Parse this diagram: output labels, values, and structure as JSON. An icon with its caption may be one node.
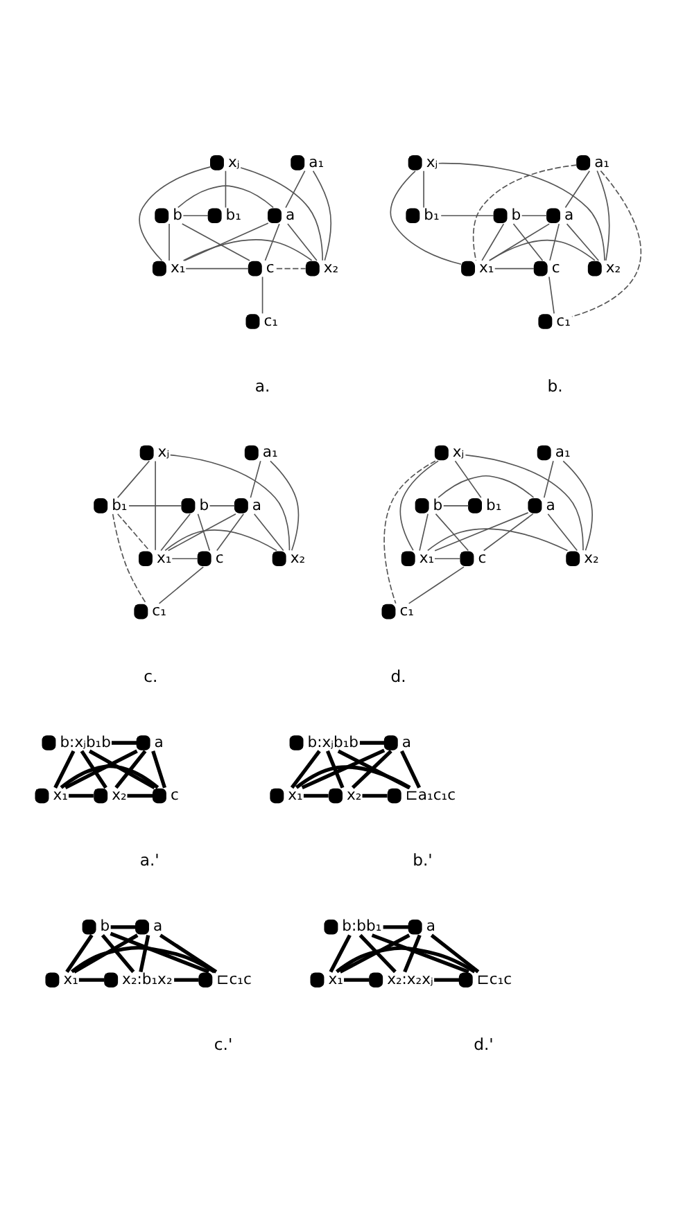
{
  "diagram": {
    "nodes": [
      {
        "text": [],
        "shape": "circle",
        "beside": [
          "a₁"
        ]
      },
      {
        "text": [],
        "shape": "circle",
        "beside": [
          "xⱼ"
        ]
      },
      {
        "text": [],
        "shape": "circle",
        "beside": [
          "a"
        ]
      },
      {
        "text": [],
        "shape": "circle",
        "beside": [
          "b"
        ]
      },
      {
        "text": [],
        "shape": "circle",
        "beside": [
          "b₁"
        ]
      },
      {
        "text": [],
        "shape": "circle",
        "beside": [
          "x₂"
        ]
      },
      {
        "text": [],
        "shape": "circle",
        "beside": [
          "c"
        ]
      },
      {
        "text": [],
        "shape": "circle",
        "beside": [
          "x₁"
        ]
      },
      {
        "text": [],
        "shape": "circle",
        "beside": [
          "c₁"
        ]
      },
      {
        "text": [],
        "shape": "circle",
        "beside": [
          "a₁"
        ]
      },
      {
        "text": [],
        "shape": "circle",
        "beside": [
          "xⱼ"
        ]
      },
      {
        "text": [],
        "shape": "circle",
        "beside": [
          "a"
        ]
      },
      {
        "text": [],
        "shape": "circle",
        "beside": [
          "b"
        ]
      },
      {
        "text": [],
        "shape": "circle",
        "beside": [
          "b₁"
        ]
      },
      {
        "text": [],
        "shape": "circle",
        "beside": [
          "x₂"
        ]
      },
      {
        "text": [],
        "shape": "circle",
        "beside": [
          "c"
        ]
      },
      {
        "text": [],
        "shape": "circle",
        "beside": [
          "x₁"
        ]
      },
      {
        "text": [],
        "shape": "circle",
        "beside": [
          "c₁"
        ]
      },
      {
        "text": [],
        "shape": "circle",
        "beside": [
          "a₁"
        ]
      },
      {
        "text": [],
        "shape": "circle",
        "beside": [
          "xⱼ"
        ]
      },
      {
        "text": [],
        "shape": "circle",
        "beside": [
          "a"
        ]
      },
      {
        "text": [],
        "shape": "circle",
        "beside": [
          "b"
        ]
      },
      {
        "text": [],
        "shape": "circle",
        "beside": [
          "b₁"
        ]
      },
      {
        "text": [],
        "shape": "circle",
        "beside": [
          "x₂"
        ]
      },
      {
        "text": [],
        "shape": "circle",
        "beside": [
          "c"
        ]
      },
      {
        "text": [],
        "shape": "circle",
        "beside": [
          "x₁"
        ]
      },
      {
        "text": [],
        "shape": "circle",
        "beside": [
          "c₁"
        ]
      },
      {
        "text": [],
        "shape": "circle",
        "beside": [
          "a₁"
        ]
      },
      {
        "text": [],
        "shape": "circle",
        "beside": [
          "xⱼ"
        ]
      },
      {
        "text": [],
        "shape": "circle",
        "beside": [
          "a"
        ]
      },
      {
        "text": [],
        "shape": "circle",
        "beside": [
          "b"
        ]
      },
      {
        "text": [],
        "shape": "circle",
        "beside": [
          "b₁"
        ]
      },
      {
        "text": [],
        "shape": "circle",
        "beside": [
          "x₂"
        ]
      },
      {
        "text": [],
        "shape": "circle",
        "beside": [
          "c"
        ]
      },
      {
        "text": [],
        "shape": "circle",
        "beside": [
          "x₁"
        ]
      },
      {
        "text": [],
        "shape": "circle",
        "beside": [
          "c₁"
        ]
      },
      {
        "text": [],
        "shape": "circle",
        "beside": [
          "a"
        ]
      },
      {
        "text": [],
        "shape": "circle",
        "beside": [
          "b:xⱼb₁b"
        ]
      },
      {
        "text": [],
        "shape": "circle",
        "beside": [
          "x₂"
        ]
      },
      {
        "text": [],
        "shape": "circle",
        "beside": [
          "c"
        ]
      },
      {
        "text": [],
        "shape": "circle",
        "beside": [
          "x₁"
        ]
      },
      {
        "text": [],
        "shape": "circle",
        "beside": [
          "a"
        ]
      },
      {
        "text": [],
        "shape": "circle",
        "beside": [
          "b:xⱼb₁b"
        ]
      },
      {
        "text": [],
        "shape": "circle",
        "beside": [
          "x₂"
        ]
      },
      {
        "text": [],
        "shape": "circle",
        "beside": [
          "⊏a₁c₁c"
        ]
      },
      {
        "text": [],
        "shape": "circle",
        "beside": [
          "x₁"
        ]
      },
      {
        "text": [],
        "shape": "circle",
        "beside": [
          "a"
        ]
      },
      {
        "text": [],
        "shape": "circle",
        "beside": [
          "b"
        ]
      },
      {
        "text": [],
        "shape": "circle",
        "beside": [
          "x₂:b₁x₂"
        ]
      },
      {
        "text": [],
        "shape": "circle",
        "beside": [
          "⊏c₁c"
        ]
      },
      {
        "text": [],
        "shape": "circle",
        "beside": [
          "x₁"
        ]
      },
      {
        "text": [],
        "shape": "circle",
        "beside": [
          "a"
        ]
      },
      {
        "text": [],
        "shape": "circle",
        "beside": [
          "b:bb₁"
        ]
      },
      {
        "text": [],
        "shape": "circle",
        "beside": [
          "x₂:x₂xⱼ"
        ]
      },
      {
        "text": [],
        "shape": "circle",
        "beside": [
          "⊏c₁c"
        ]
      },
      {
        "text": [],
        "shape": "circle",
        "beside": [
          "x₁"
        ]
      }
    ],
    "edges": [
      {
        "from": 0,
        "to": 2,
        "arrow": "none"
      },
      {
        "from": 2,
        "to": 6,
        "arrow": "none"
      },
      {
        "from": 6,
        "to": 8,
        "arrow": "none"
      },
      {
        "from": 0,
        "to": 5,
        "arrow": "none"
      },
      {
        "from": 2,
        "to": 3,
        "arrow": "none"
      },
      {
        "from": 3,
        "to": 4,
        "arrow": "none"
      },
      {
        "from": 2,
        "to": 7,
        "arrow": "none"
      },
      {
        "from": 2,
        "to": 5,
        "arrow": "none"
      },
      {
        "from": 3,
        "to": 6,
        "arrow": "none"
      },
      {
        "from": 6,
        "to": 7,
        "arrow": "none"
      },
      {
        "from": 3,
        "to": 7,
        "arrow": "none"
      },
      {
        "from": 1,
        "to": 7,
        "arrow": "none"
      },
      {
        "from": 1,
        "to": 5,
        "arrow": "none"
      },
      {
        "from": 1,
        "to": 4,
        "arrow": "none"
      },
      {
        "from": 7,
        "to": 5,
        "arrow": "none"
      },
      {
        "from": 6,
        "to": 5,
        "arrow": "none",
        "style": "dashed"
      },
      {
        "from": 9,
        "to": 11,
        "arrow": "none"
      },
      {
        "from": 11,
        "to": 15,
        "arrow": "none"
      },
      {
        "from": 15,
        "to": 17,
        "arrow": "none"
      },
      {
        "from": 9,
        "to": 14,
        "arrow": "none"
      },
      {
        "from": 11,
        "to": 12,
        "arrow": "none"
      },
      {
        "from": 12,
        "to": 13,
        "arrow": "none"
      },
      {
        "from": 11,
        "to": 16,
        "arrow": "none"
      },
      {
        "from": 11,
        "to": 14,
        "arrow": "none"
      },
      {
        "from": 12,
        "to": 15,
        "arrow": "none"
      },
      {
        "from": 15,
        "to": 16,
        "arrow": "none"
      },
      {
        "from": 12,
        "to": 16,
        "arrow": "none"
      },
      {
        "from": 10,
        "to": 16,
        "arrow": "none"
      },
      {
        "from": 10,
        "to": 14,
        "arrow": "none"
      },
      {
        "from": 10,
        "to": 13,
        "arrow": "none"
      },
      {
        "from": 16,
        "to": 14,
        "arrow": "none"
      },
      {
        "from": 9,
        "to": 17,
        "arrow": "none",
        "style": "dashed"
      },
      {
        "from": 9,
        "to": 16,
        "arrow": "none",
        "style": "dashed"
      },
      {
        "from": 18,
        "to": 20,
        "arrow": "none"
      },
      {
        "from": 20,
        "to": 24,
        "arrow": "none"
      },
      {
        "from": 24,
        "to": 26,
        "arrow": "none"
      },
      {
        "from": 18,
        "to": 23,
        "arrow": "none"
      },
      {
        "from": 20,
        "to": 21,
        "arrow": "none"
      },
      {
        "from": 21,
        "to": 22,
        "arrow": "none"
      },
      {
        "from": 20,
        "to": 25,
        "arrow": "none"
      },
      {
        "from": 20,
        "to": 23,
        "arrow": "none"
      },
      {
        "from": 21,
        "to": 24,
        "arrow": "none"
      },
      {
        "from": 24,
        "to": 25,
        "arrow": "none"
      },
      {
        "from": 21,
        "to": 25,
        "arrow": "none"
      },
      {
        "from": 19,
        "to": 25,
        "arrow": "none"
      },
      {
        "from": 19,
        "to": 23,
        "arrow": "none"
      },
      {
        "from": 19,
        "to": 22,
        "arrow": "none"
      },
      {
        "from": 25,
        "to": 23,
        "arrow": "none"
      },
      {
        "from": 22,
        "to": 25,
        "arrow": "none",
        "style": "dashed"
      },
      {
        "from": 22,
        "to": 26,
        "arrow": "none",
        "style": "dashed"
      },
      {
        "from": 27,
        "to": 29,
        "arrow": "none"
      },
      {
        "from": 29,
        "to": 33,
        "arrow": "none"
      },
      {
        "from": 33,
        "to": 35,
        "arrow": "none"
      },
      {
        "from": 27,
        "to": 32,
        "arrow": "none"
      },
      {
        "from": 29,
        "to": 30,
        "arrow": "none"
      },
      {
        "from": 30,
        "to": 31,
        "arrow": "none"
      },
      {
        "from": 29,
        "to": 34,
        "arrow": "none"
      },
      {
        "from": 29,
        "to": 32,
        "arrow": "none"
      },
      {
        "from": 30,
        "to": 33,
        "arrow": "none"
      },
      {
        "from": 33,
        "to": 34,
        "arrow": "none"
      },
      {
        "from": 30,
        "to": 34,
        "arrow": "none"
      },
      {
        "from": 28,
        "to": 34,
        "arrow": "none"
      },
      {
        "from": 28,
        "to": 32,
        "arrow": "none"
      },
      {
        "from": 28,
        "to": 31,
        "arrow": "none"
      },
      {
        "from": 34,
        "to": 32,
        "arrow": "none"
      },
      {
        "from": 28,
        "to": 35,
        "arrow": "none",
        "style": "dashed"
      },
      {
        "from": 36,
        "to": 37,
        "arrow": "none",
        "style": "thick"
      },
      {
        "from": 36,
        "to": 39,
        "arrow": "none",
        "style": "thick"
      },
      {
        "from": 36,
        "to": 40,
        "arrow": "none",
        "style": "thick"
      },
      {
        "from": 36,
        "to": 38,
        "arrow": "none",
        "style": "thick"
      },
      {
        "from": 37,
        "to": 39,
        "arrow": "none",
        "style": "thick"
      },
      {
        "from": 37,
        "to": 40,
        "arrow": "none",
        "style": "thick"
      },
      {
        "from": 37,
        "to": 38,
        "arrow": "none",
        "style": "thick"
      },
      {
        "from": 39,
        "to": 40,
        "arrow": "none",
        "style": "thick"
      },
      {
        "from": 39,
        "to": 38,
        "arrow": "none",
        "style": "thick"
      },
      {
        "from": 40,
        "to": 38,
        "arrow": "none",
        "style": "thick"
      },
      {
        "from": 41,
        "to": 42,
        "arrow": "none",
        "style": "thick"
      },
      {
        "from": 41,
        "to": 44,
        "arrow": "none",
        "style": "thick"
      },
      {
        "from": 41,
        "to": 45,
        "arrow": "none",
        "style": "thick"
      },
      {
        "from": 41,
        "to": 43,
        "arrow": "none",
        "style": "thick"
      },
      {
        "from": 42,
        "to": 44,
        "arrow": "none",
        "style": "thick"
      },
      {
        "from": 42,
        "to": 45,
        "arrow": "none",
        "style": "thick"
      },
      {
        "from": 42,
        "to": 43,
        "arrow": "none",
        "style": "thick"
      },
      {
        "from": 44,
        "to": 45,
        "arrow": "none",
        "style": "thick"
      },
      {
        "from": 44,
        "to": 43,
        "arrow": "none",
        "style": "thick"
      },
      {
        "from": 45,
        "to": 43,
        "arrow": "none",
        "style": "thick"
      },
      {
        "from": 46,
        "to": 47,
        "arrow": "none",
        "style": "thick"
      },
      {
        "from": 46,
        "to": 49,
        "arrow": "none",
        "style": "thick"
      },
      {
        "from": 46,
        "to": 50,
        "arrow": "none",
        "style": "thick"
      },
      {
        "from": 46,
        "to": 48,
        "arrow": "none",
        "style": "thick"
      },
      {
        "from": 47,
        "to": 49,
        "arrow": "none",
        "style": "thick"
      },
      {
        "from": 47,
        "to": 50,
        "arrow": "none",
        "style": "thick"
      },
      {
        "from": 47,
        "to": 48,
        "arrow": "none",
        "style": "thick"
      },
      {
        "from": 49,
        "to": 50,
        "arrow": "none",
        "style": "thick"
      },
      {
        "from": 49,
        "to": 48,
        "arrow": "none",
        "style": "thick"
      },
      {
        "from": 50,
        "to": 48,
        "arrow": "none",
        "style": "thick"
      },
      {
        "from": 51,
        "to": 52,
        "arrow": "none",
        "style": "thick"
      },
      {
        "from": 51,
        "to": 54,
        "arrow": "none",
        "style": "thick"
      },
      {
        "from": 51,
        "to": 55,
        "arrow": "none",
        "style": "thick"
      },
      {
        "from": 51,
        "to": 53,
        "arrow": "none",
        "style": "thick"
      },
      {
        "from": 52,
        "to": 54,
        "arrow": "none",
        "style": "thick"
      },
      {
        "from": 52,
        "to": 55,
        "arrow": "none",
        "style": "thick"
      },
      {
        "from": 52,
        "to": 53,
        "arrow": "none",
        "style": "thick"
      },
      {
        "from": 54,
        "to": 55,
        "arrow": "none",
        "style": "thick"
      },
      {
        "from": 54,
        "to": 53,
        "arrow": "none",
        "style": "thick"
      },
      {
        "from": 55,
        "to": 53,
        "arrow": "none",
        "style": "thick"
      }
    ],
    "labels": [
      "a.",
      "b.",
      "c.",
      "d.",
      "a.'",
      "b.'",
      "c.'",
      "d.'"
    ]
  }
}
